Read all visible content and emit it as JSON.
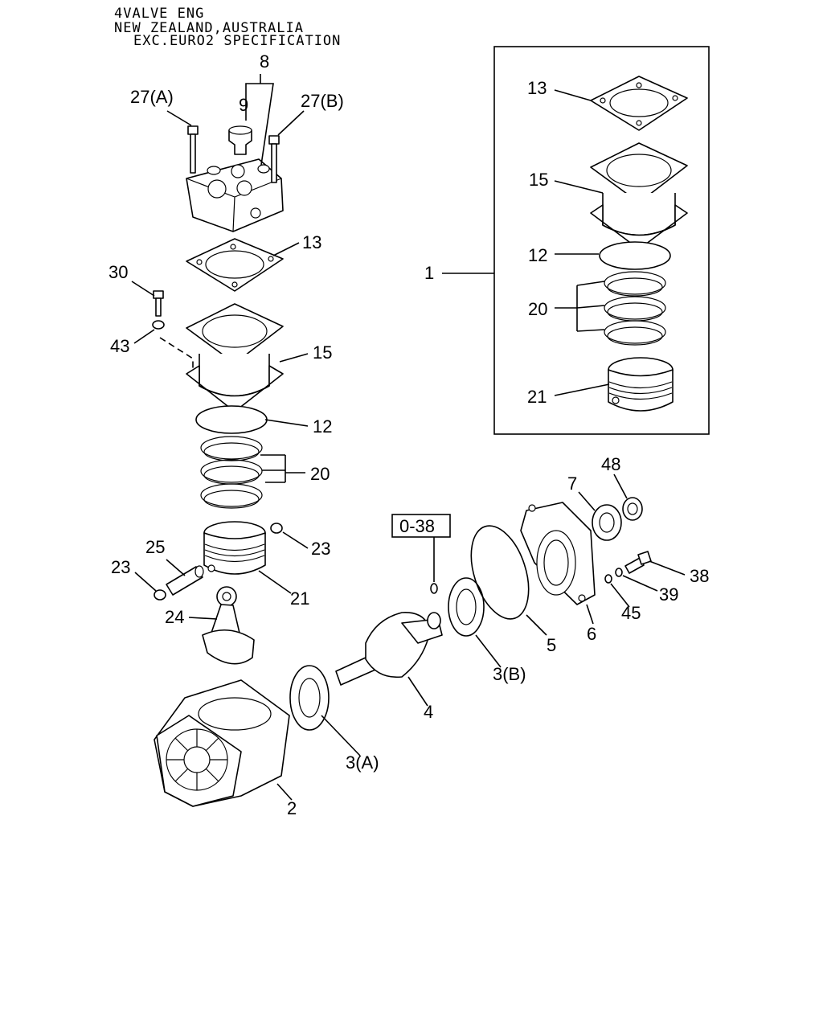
{
  "header": {
    "line1": "4VALVE ENG",
    "line2": "NEW ZEALAND,AUSTRALIA",
    "line3": "EXC.EURO2 SPECIFICATION"
  },
  "reference_box": "0-38",
  "callouts": {
    "c8": "8",
    "c27a": "27(A)",
    "c27b": "27(B)",
    "c9": "9",
    "c13_left": "13",
    "c30": "30",
    "c43": "43",
    "c15_left": "15",
    "c12_left": "12",
    "c20_left": "20",
    "c23_right": "23",
    "c25": "25",
    "c23_left": "23",
    "c21_left": "21",
    "c24": "24",
    "c2": "2",
    "c3a": "3(A)",
    "c4": "4",
    "c3b": "3(B)",
    "c5": "5",
    "c6": "6",
    "c7": "7",
    "c48": "48",
    "c38": "38",
    "c39": "39",
    "c45": "45",
    "c1": "1",
    "c13_inset": "13",
    "c15_inset": "15",
    "c12_inset": "12",
    "c20_inset": "20",
    "c21_inset": "21"
  }
}
